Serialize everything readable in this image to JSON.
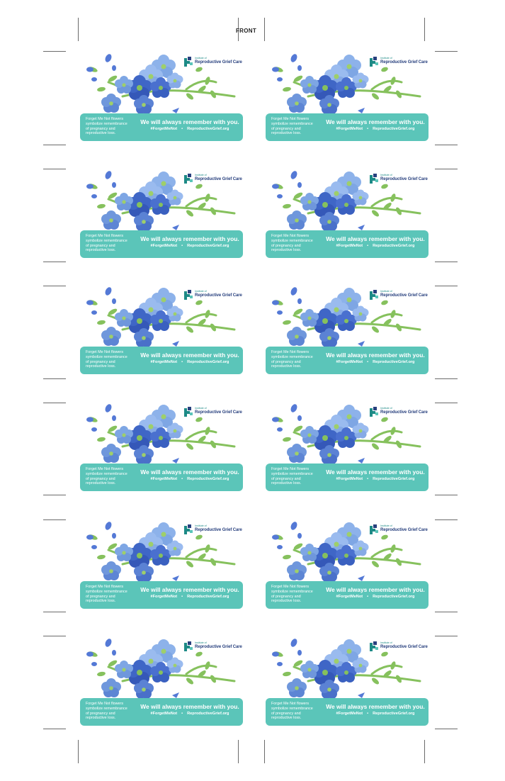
{
  "sheet": {
    "side_label": "FRONT"
  },
  "card": {
    "logo_small": "Institute of",
    "logo_name": "Reproductive Grief Care",
    "description": "Forget Me Not flowers\nsymbolize remembrance\nof pregnancy and\nreproductive loss.",
    "headline": "We will always remember with you.",
    "hashtag": "#ForgetMeNot",
    "separator": "•",
    "website": "ReproductiveGrief.org"
  },
  "colors": {
    "teal_bar": "#5bc5b9",
    "petal_light": "#7ea6e4",
    "petal_dark": "#3b63c4",
    "leaf_green": "#86c15d",
    "logo_teal": "#1d8a86",
    "logo_navy": "#28407e"
  },
  "icons": [
    "forget-me-not-flowers-illustration",
    "institute-logo-icon"
  ]
}
